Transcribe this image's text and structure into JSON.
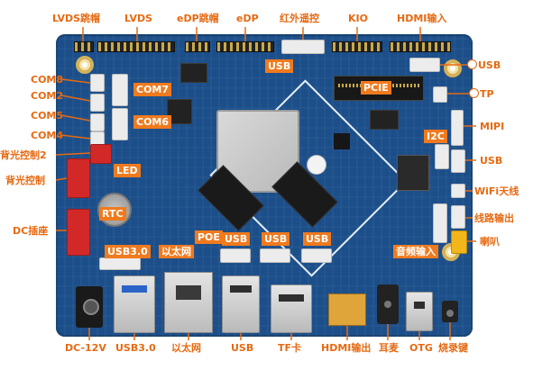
{
  "labels_top": {
    "lvds_cap": "LVDS跳帽",
    "lvds": "LVDS",
    "edp_cap": "eDP跳帽",
    "edp": "eDP",
    "ir": "红外遥控",
    "kio": "KIO",
    "hdmi_in": "HDMI输入"
  },
  "labels_left": {
    "com8": "COM8",
    "com2": "COM2",
    "com5": "COM5",
    "com4": "COM4",
    "backlight2": "背光控制2",
    "backlight": "背光控制",
    "dc_socket": "DC插座"
  },
  "labels_right": {
    "usb": "USB",
    "tp": "TP",
    "mipi": "MIPI",
    "usb2": "USB",
    "wifi": "WiFi天线",
    "line_out": "线路输出",
    "speaker": "喇叭"
  },
  "labels_bottom": {
    "dc12v": "DC-12V",
    "usb3": "USB3.0",
    "ethernet": "以太网",
    "usb": "USB",
    "tf": "TF卡",
    "hdmi_out": "HDMI输出",
    "earphone": "耳麦",
    "otg": "OTG",
    "burn_key": "烧录键"
  },
  "board_tags": {
    "usb_top": "USB",
    "pcie": "PCIE",
    "com7": "COM7",
    "com6": "COM6",
    "led": "LED",
    "i2c": "I2C",
    "rtc": "RTC",
    "usb3_on": "USB3.0",
    "eth_on": "以太网",
    "poe": "POE",
    "usb_a": "USB",
    "usb_b": "USB",
    "usb_c": "USB",
    "audio_in": "音频输入"
  },
  "colors": {
    "accent": "#f07a1e",
    "label_text": "#e66a12",
    "pcb": "#1c4f8a"
  }
}
